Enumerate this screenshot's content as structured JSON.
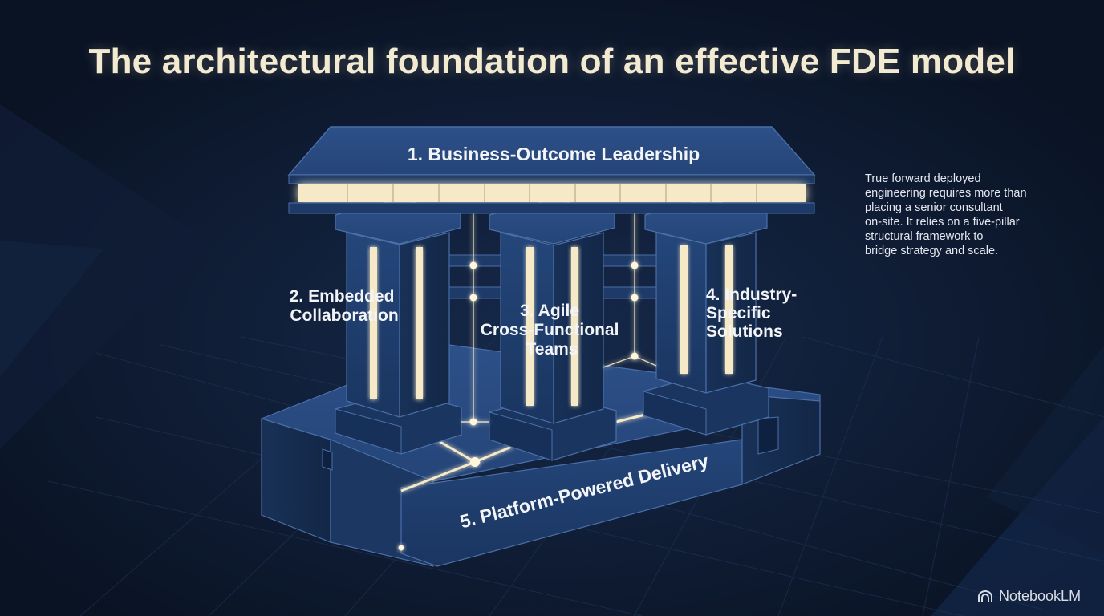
{
  "title": "The architectural foundation of an effective FDE model",
  "side_note": "True forward deployed\nengineering requires more than\nplacing a senior consultant\non-site. It relies on a five-pillar\nstructural framework to\nbridge strategy and scale.",
  "pillars": {
    "roof": "1. Business-Outcome Leadership",
    "left": [
      "2. Embedded",
      "Collaboration"
    ],
    "middle": [
      "3. Agile",
      "Cross-Functional",
      "Teams"
    ],
    "right": [
      "4. Industry-",
      "Specific",
      "Solutions"
    ],
    "base": "5. Platform-Powered Delivery"
  },
  "brand": {
    "name": "NotebookLM",
    "icon": "notebooklm-logo-icon"
  },
  "colors": {
    "background": "#0b1426",
    "structure": "#1f3a66",
    "structure_dark": "#142a4d",
    "glow": "#f6e9c7",
    "text": "#f3ead2"
  }
}
